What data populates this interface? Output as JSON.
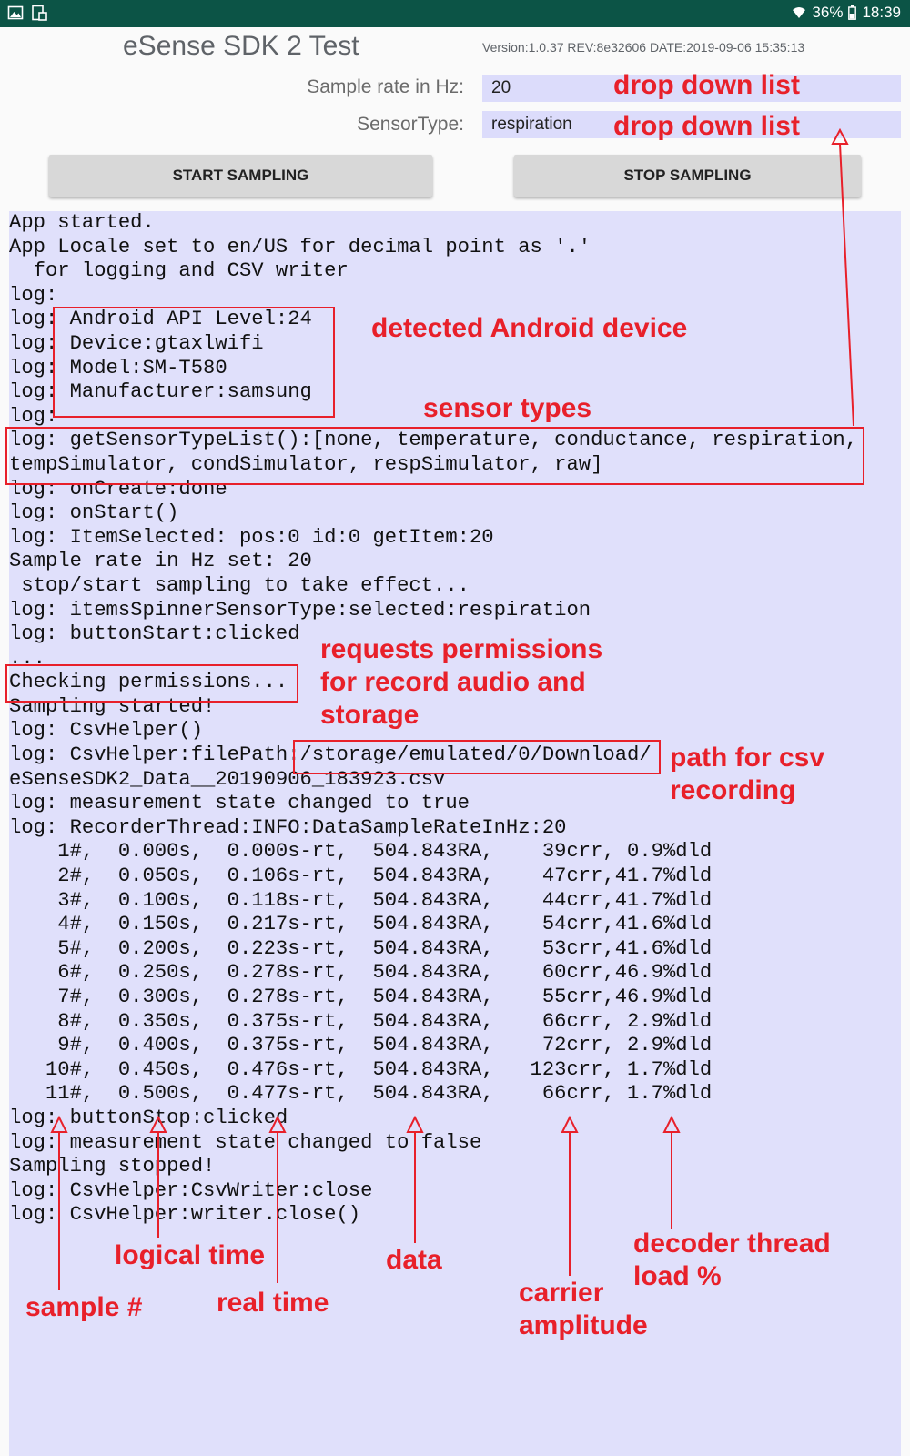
{
  "status_bar": {
    "left_icons": [
      "gallery-icon",
      "screenshot-icon"
    ],
    "battery": "36%",
    "time": "18:39"
  },
  "app": {
    "title": "eSense SDK 2 Test",
    "version": "Version:1.0.37 REV:8e32606 DATE:2019-09-06 15:35:13"
  },
  "form": {
    "sample_rate_label": "Sample rate in Hz:",
    "sample_rate_value": "20",
    "sensor_type_label": "SensorType:",
    "sensor_type_value": "respiration"
  },
  "buttons": {
    "start": "START SAMPLING",
    "stop": "STOP SAMPLING"
  },
  "log_lines": [
    "App started.",
    "App Locale set to en/US for decimal point as '.'",
    "  for logging and CSV writer",
    "log:",
    "log: Android API Level:24",
    "log: Device:gtaxlwifi",
    "log: Model:SM-T580",
    "log: Manufacturer:samsung",
    "log:",
    "log: getSensorTypeList():[none, temperature, conductance, respiration,",
    "tempSimulator, condSimulator, respSimulator, raw]",
    "log: onCreate:done",
    "log: onStart()",
    "log: ItemSelected: pos:0 id:0 getItem:20",
    "Sample rate in Hz set: 20",
    " stop/start sampling to take effect...",
    "log: itemsSpinnerSensorType:selected:respiration",
    "log: buttonStart:clicked",
    "...",
    "Checking permissions...",
    "Sampling started!",
    "log: CsvHelper()",
    "log: CsvHelper:filePath:/storage/emulated/0/Download/",
    "eSenseSDK2_Data__20190906_183923.csv",
    "log: measurement state changed to true",
    "log: RecorderThread:INFO:DataSampleRateInHz:20",
    "    1#,  0.000s,  0.000s-rt,  504.843RA,    39crr, 0.9%dld",
    "    2#,  0.050s,  0.106s-rt,  504.843RA,    47crr,41.7%dld",
    "    3#,  0.100s,  0.118s-rt,  504.843RA,    44crr,41.7%dld",
    "    4#,  0.150s,  0.217s-rt,  504.843RA,    54crr,41.6%dld",
    "    5#,  0.200s,  0.223s-rt,  504.843RA,    53crr,41.6%dld",
    "    6#,  0.250s,  0.278s-rt,  504.843RA,    60crr,46.9%dld",
    "    7#,  0.300s,  0.278s-rt,  504.843RA,    55crr,46.9%dld",
    "    8#,  0.350s,  0.375s-rt,  504.843RA,    66crr, 2.9%dld",
    "    9#,  0.400s,  0.375s-rt,  504.843RA,    72crr, 2.9%dld",
    "   10#,  0.450s,  0.476s-rt,  504.843RA,   123crr, 1.7%dld",
    "   11#,  0.500s,  0.477s-rt,  504.843RA,    66crr, 1.7%dld",
    "log: buttonStop:clicked",
    "log: measurement state changed to false",
    "Sampling stopped!",
    "log: CsvHelper:CsvWriter:close",
    "log: CsvHelper:writer.close()"
  ],
  "annotations": {
    "drop_down_1": "drop down list",
    "drop_down_2": "drop down list",
    "android_device": "detected Android device",
    "sensor_types": "sensor types",
    "permissions": "requests permissions\nfor record audio and\nstorage",
    "csv_path": "path for csv\nrecording",
    "logical_time": "logical time",
    "data": "data",
    "decoder_load": "decoder thread\nload %",
    "sample_num": "sample #",
    "real_time": "real time",
    "carrier_amplitude": "carrier\namplitude"
  },
  "colors": {
    "status_bar": "#0c5446",
    "console_bg": "#e0e0fb",
    "field_bg": "#dcdcfb",
    "annotation": "#e8202a",
    "button_bg": "#d8d8d8"
  }
}
